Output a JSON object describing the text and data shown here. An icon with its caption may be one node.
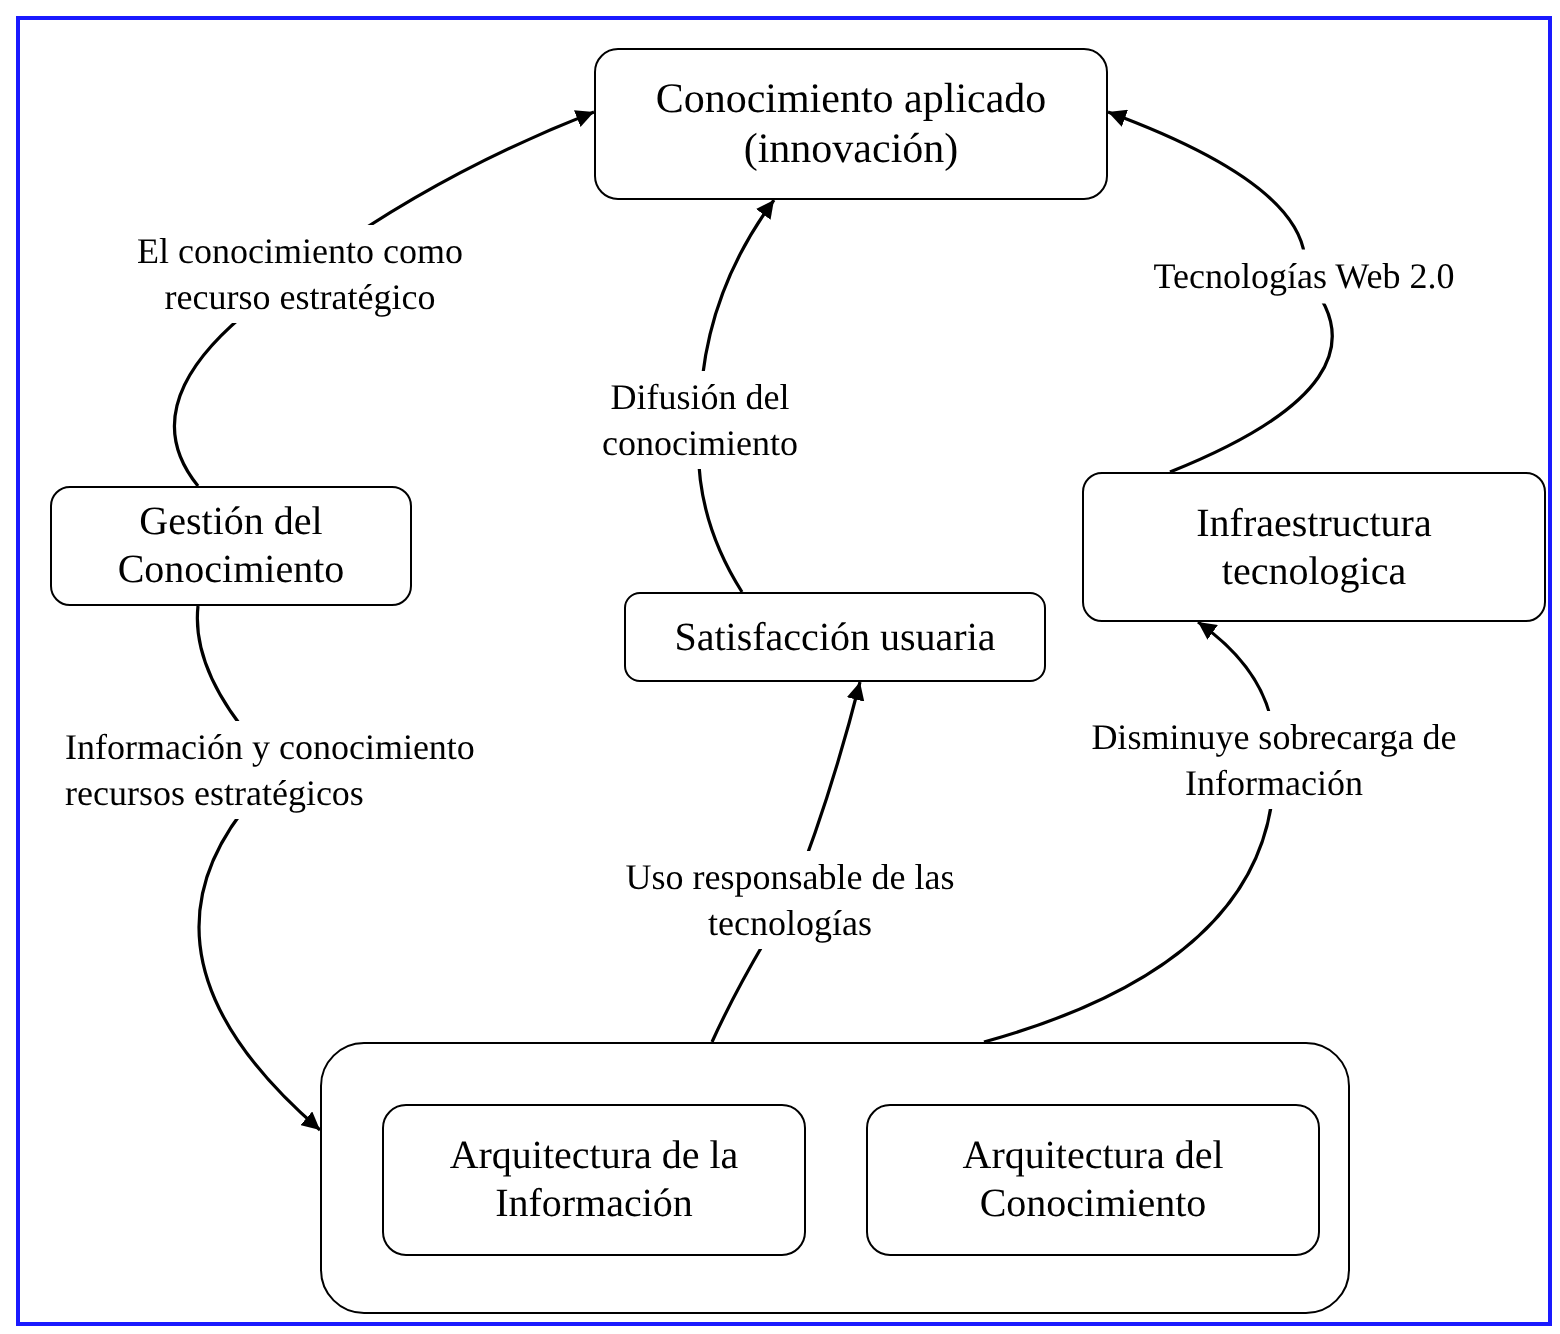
{
  "diagram": {
    "nodes": [
      {
        "text": [
          "Conocimiento aplicado (innovación)"
        ]
      },
      {
        "text": [
          "Gestión del Conocimiento"
        ]
      },
      {
        "text": [
          "Infraestructura tecnologica"
        ]
      },
      {
        "text": [
          "Satisfacción usuaria"
        ]
      },
      {
        "text": [],
        "shape": "box"
      },
      {
        "text": [
          "Arquitectura de la Información"
        ],
        "in": 4
      },
      {
        "text": [
          "Arquitectura del Conocimiento"
        ],
        "in": 4
      }
    ],
    "edges": [
      {
        "from": 1,
        "to": 0,
        "arrow": "to",
        "label": "El conocimiento  como recurso estratégico"
      },
      {
        "from": 3,
        "to": 0,
        "arrow": "to",
        "label": "Difusión del conocimiento"
      },
      {
        "from": 2,
        "to": 0,
        "arrow": "to",
        "label": "Tecnologías Web 2.0"
      },
      {
        "from": 1,
        "to": 4,
        "arrow": "to",
        "label": "Información y conocimiento recursos estratégicos"
      },
      {
        "from": 4,
        "to": 3,
        "arrow": "to",
        "label": "Uso responsable de las tecnologías"
      },
      {
        "from": 4,
        "to": 2,
        "arrow": "to",
        "label": "Disminuye sobrecarga de Información"
      }
    ]
  }
}
